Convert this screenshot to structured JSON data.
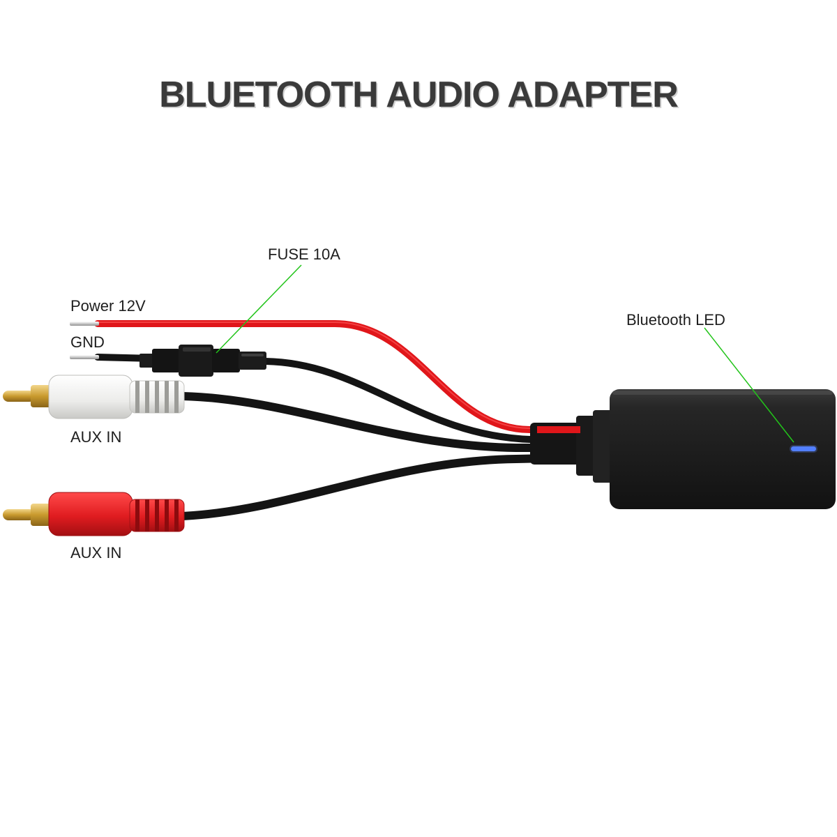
{
  "title": "BLUETOOTH AUDIO ADAPTER",
  "labels": {
    "fuse": "FUSE 10A",
    "power": "Power 12V",
    "gnd": "GND",
    "bluetooth_led": "Bluetooth LED",
    "aux_in_white": "AUX IN",
    "aux_in_red": "AUX IN"
  },
  "colors": {
    "power_wire": "#e0161a",
    "cable": "#141414",
    "module": "#1a1a1a",
    "led": "#4a78ff",
    "leader_line": "#22c41a",
    "rca_white": "#f2f2ee",
    "rca_red": "#df1b1f",
    "rca_pin": "#d4a93a"
  }
}
